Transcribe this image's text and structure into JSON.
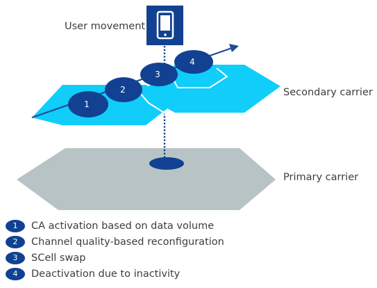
{
  "diagram": {
    "user_movement_label": "User movement",
    "secondary_carrier_label": "Secondary carrier",
    "primary_carrier_label": "Primary carrier",
    "steps": [
      "1",
      "2",
      "3",
      "4"
    ],
    "icons": [
      "phone-icon",
      "movement-arrow-icon"
    ]
  },
  "legend": {
    "items": [
      {
        "number": "1",
        "text": "CA activation based on data volume"
      },
      {
        "number": "2",
        "text": "Channel quality-based  reconfiguration"
      },
      {
        "number": "3",
        "text": "SCell swap"
      },
      {
        "number": "4",
        "text": "Deactivation due to inactivity"
      }
    ]
  },
  "colors": {
    "primary_carrier": "#b8c3c6",
    "secondary_carrier": "#10cdfa",
    "dark_blue": "#124191",
    "arrow": "#1b4b9b",
    "text": "#3d3d3d"
  }
}
